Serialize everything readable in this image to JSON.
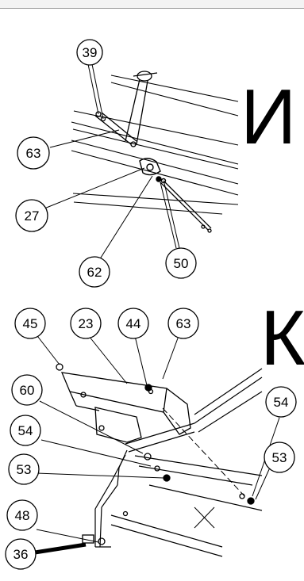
{
  "views": [
    {
      "letter": "И",
      "callouts": [
        "39",
        "63",
        "27",
        "62",
        "50"
      ]
    },
    {
      "letter": "К",
      "callouts": [
        "45",
        "23",
        "44",
        "63",
        "60",
        "54",
        "53",
        "54",
        "53",
        "48",
        "36"
      ]
    }
  ],
  "colors": {
    "line": "#000000",
    "background": "#ffffff",
    "frame": "#9a9a9a"
  }
}
